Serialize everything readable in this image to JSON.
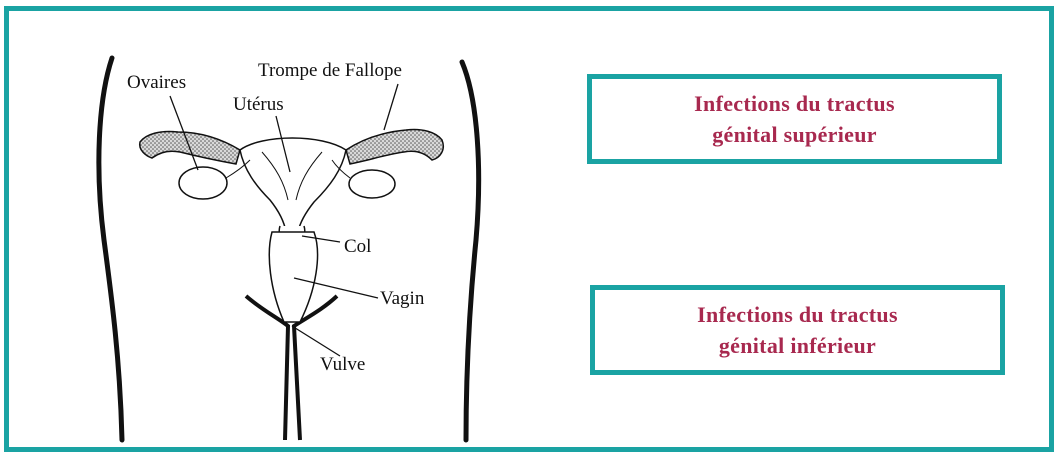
{
  "colors": {
    "frame": "#1aa3a3",
    "box_text": "#a8294f",
    "line": "#111111",
    "tube_fill": "#9a9a9a"
  },
  "labels": {
    "ovaires": "Ovaires",
    "trompe": "Trompe de Fallope",
    "uterus": "Utérus",
    "col": "Col",
    "vagin": "Vagin",
    "vulve": "Vulve"
  },
  "boxes": {
    "upper": {
      "line1": "Infections du tractus",
      "line2": "génital supérieur"
    },
    "lower": {
      "line1": "Infections du tractus",
      "line2": "génital inférieur"
    }
  }
}
